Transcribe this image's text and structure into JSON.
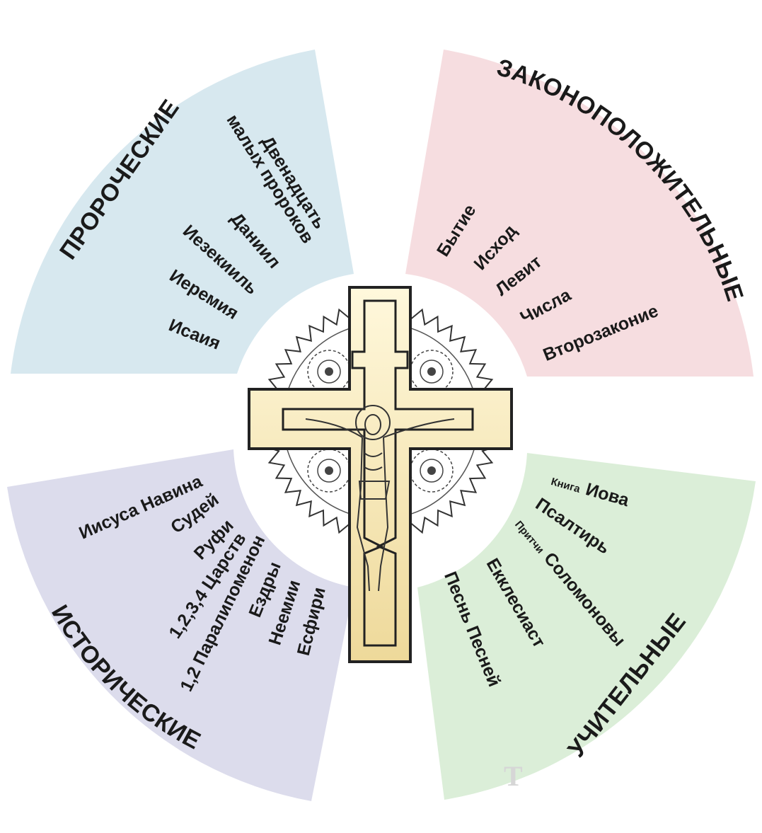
{
  "colors": {
    "prophetic": "#d7e8ef",
    "law": "#f6dde0",
    "historical": "#dcdcec",
    "teaching": "#dbeed8",
    "cross_light": "#fff8dc",
    "cross_dark": "#eed99a"
  },
  "sectors": {
    "prophetic": {
      "title": "ПРОРОЧЕСКИЕ",
      "books": [
        "Двенадцать",
        "малых пророков",
        "Даниил",
        "Иезекииль",
        "Иеремия",
        "Исаия"
      ]
    },
    "law": {
      "title": "ЗАКОНОПОЛОЖИТЕЛЬНЫЕ",
      "books": [
        "Бытие",
        "Исход",
        "Левит",
        "Числа",
        "Второзаконие"
      ]
    },
    "historical": {
      "title": "ИСТОРИЧЕСКИЕ",
      "books": [
        "Иисуса Навина",
        "Судей",
        "Руфи",
        "1,2,3,4 Царств",
        "1,2 Паралипоменон",
        "Ездры",
        "Неемии",
        "Есфири"
      ]
    },
    "teaching": {
      "title": "УЧИТЕЛЬНЫЕ",
      "job_prefix": "Книга",
      "job": "Иова",
      "psalter": "Псалтирь",
      "proverbs_prefix": "Притчи",
      "proverbs": "Соломоновы",
      "ecclesiastes": "Екклесиаст",
      "song": "Песнь Песней"
    }
  },
  "watermark": "Т"
}
